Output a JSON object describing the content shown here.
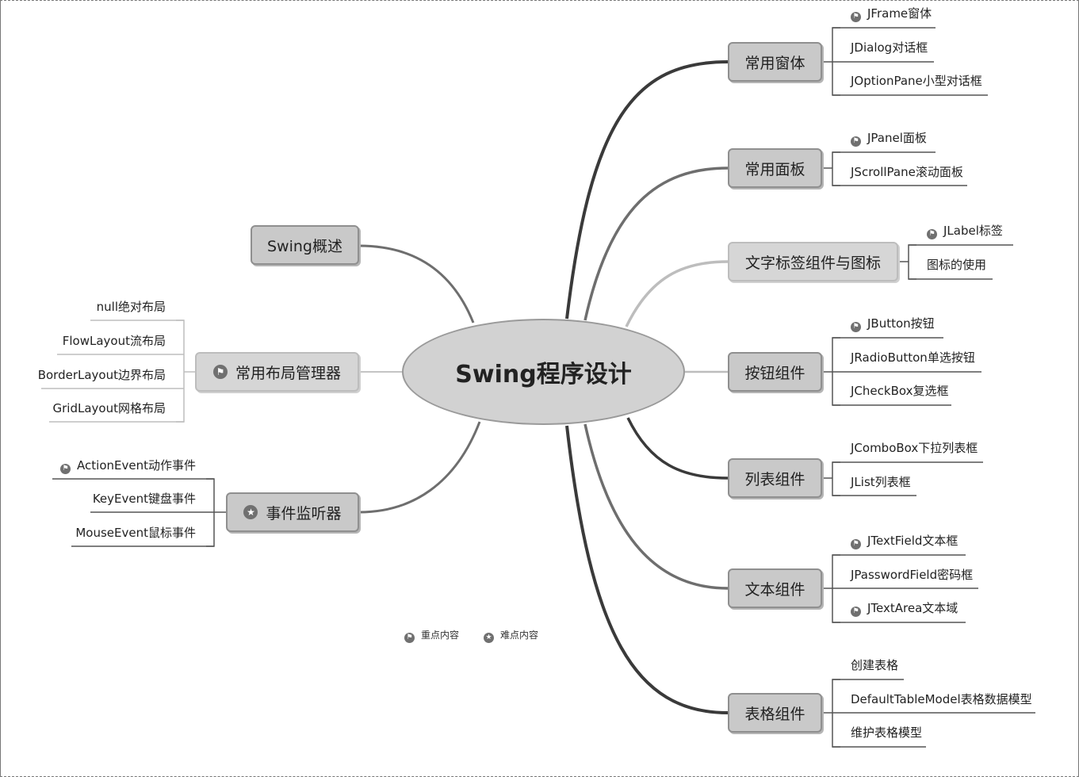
{
  "root": "Swing程序设计",
  "left_topics": {
    "overview": "Swing概述",
    "layout": {
      "label": "常用布局管理器",
      "marker": "flag-icon",
      "children": [
        "null绝对布局",
        "FlowLayout流布局",
        "BorderLayout边界布局",
        "GridLayout网格布局"
      ]
    },
    "events": {
      "label": "事件监听器",
      "marker": "star-icon",
      "children": [
        "ActionEvent动作事件",
        "KeyEvent键盘事件",
        "MouseEvent鼠标事件"
      ]
    }
  },
  "right_topics": [
    {
      "label": "常用窗体",
      "children": [
        "JFrame窗体",
        "JDialog对话框",
        "JOptionPane小型对话框"
      ]
    },
    {
      "label": "常用面板",
      "children": [
        "JPanel面板",
        "JScrollPane滚动面板"
      ]
    },
    {
      "label": "文字标签组件与图标",
      "children": [
        "JLabel标签",
        "图标的使用"
      ]
    },
    {
      "label": "按钮组件",
      "children": [
        "JButton按钮",
        "JRadioButton单选按钮",
        "JCheckBox复选框"
      ]
    },
    {
      "label": "列表组件",
      "children": [
        "JComboBox下拉列表框",
        "JList列表框"
      ]
    },
    {
      "label": "文本组件",
      "children": [
        "JTextField文本框",
        "JPasswordField密码框",
        "JTextArea文本域"
      ]
    },
    {
      "label": "表格组件",
      "children": [
        "创建表格",
        "DefaultTableModel表格数据模型",
        "维护表格模型"
      ]
    }
  ],
  "legend": {
    "key_content": "重点内容",
    "key_icon": "flag-icon",
    "hard_content": "难点内容",
    "hard_icon": "star-icon"
  },
  "colors": {
    "branch_dark": "#3a3a3a",
    "branch_mid": "#6e6e6e",
    "branch_light": "#b0b0b0",
    "topic_fill": "#c9c9c9",
    "marker": "#707070"
  }
}
